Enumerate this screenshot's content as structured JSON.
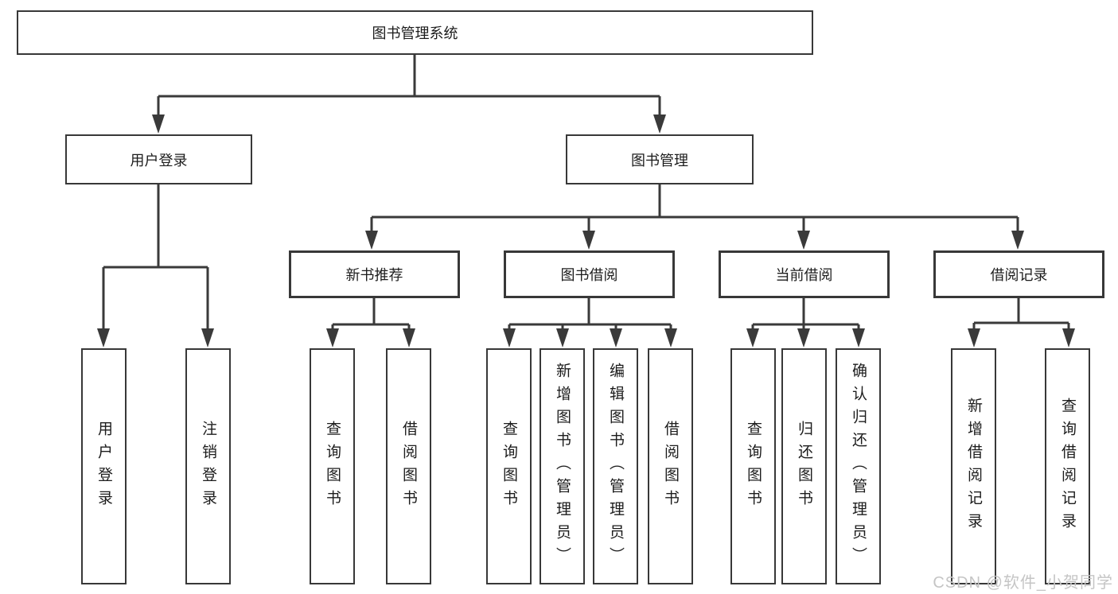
{
  "diagram_type": "tree-hierarchy",
  "root": {
    "label": "图书管理系统",
    "children": [
      {
        "label": "用户登录",
        "children": [
          {
            "label": "用户登录"
          },
          {
            "label": "注销登录"
          }
        ]
      },
      {
        "label": "图书管理",
        "children": [
          {
            "label": "新书推荐",
            "children": [
              {
                "label": "查询图书"
              },
              {
                "label": "借阅图书"
              }
            ]
          },
          {
            "label": "图书借阅",
            "children": [
              {
                "label": "查询图书"
              },
              {
                "label": "新增图书（管理员）"
              },
              {
                "label": "编辑图书（管理员）"
              },
              {
                "label": "借阅图书"
              }
            ]
          },
          {
            "label": "当前借阅",
            "children": [
              {
                "label": "查询图书"
              },
              {
                "label": "归还图书"
              },
              {
                "label": "确认归还（管理员）"
              }
            ]
          },
          {
            "label": "借阅记录",
            "children": [
              {
                "label": "新增借阅记录"
              },
              {
                "label": "查询借阅记录"
              }
            ]
          }
        ]
      }
    ]
  },
  "watermark": "CSDN @软件_小贺同学",
  "colors": {
    "line": "#3a3a3a",
    "box_border": "#383838",
    "box_fill": "#ffffff",
    "text": "#1c1c1c",
    "watermark": "#c5c5c5",
    "background": "#ffffff"
  }
}
